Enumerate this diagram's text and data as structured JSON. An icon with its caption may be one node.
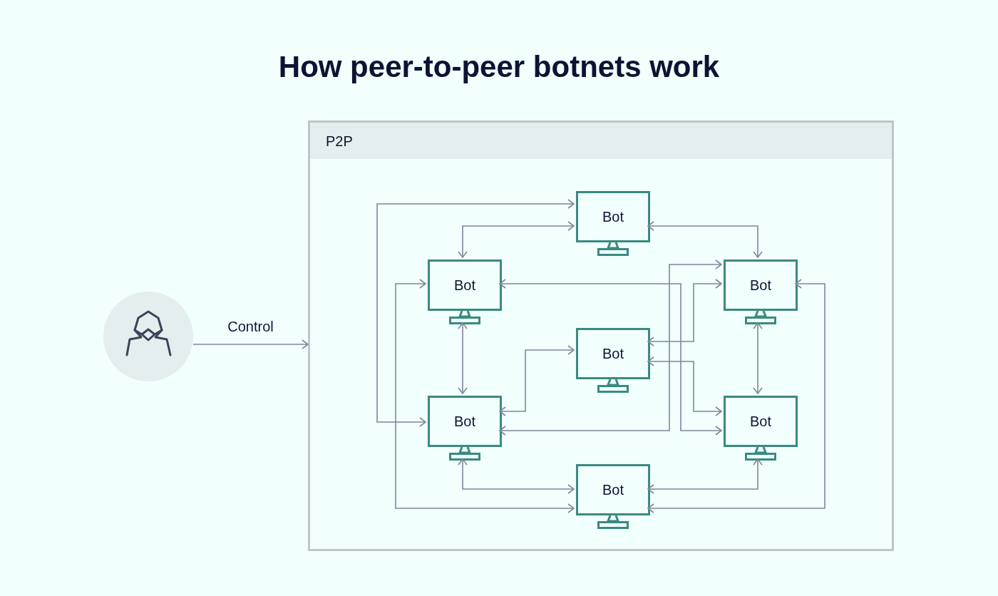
{
  "diagram": {
    "title": "How peer-to-peer botnets work",
    "nodes": [
      {
        "text": [],
        "shape": "circle"
      },
      {
        "text": [
          "P2P"
        ]
      },
      {
        "text": [
          "Bot"
        ],
        "in": 1
      },
      {
        "text": [
          "Bot"
        ],
        "in": 1
      },
      {
        "text": [
          "Bot"
        ],
        "in": 1
      },
      {
        "text": [
          "Bot"
        ],
        "in": 1
      },
      {
        "text": [
          "Bot"
        ],
        "in": 1
      },
      {
        "text": [
          "Bot"
        ],
        "in": 1
      },
      {
        "text": [
          "Bot"
        ],
        "in": 1
      }
    ],
    "edges": [
      {
        "from": 0,
        "to": 1,
        "arrow": "to",
        "label": "Control"
      },
      {
        "from": 6,
        "to": 2,
        "arrow": "both"
      },
      {
        "from": 3,
        "to": 2,
        "arrow": "both"
      },
      {
        "from": 2,
        "to": 4,
        "arrow": "both"
      },
      {
        "from": 3,
        "to": 8,
        "arrow": "both"
      },
      {
        "from": 3,
        "to": 6,
        "arrow": "both"
      },
      {
        "from": 3,
        "to": 7,
        "arrow": "both"
      },
      {
        "from": 4,
        "to": 6,
        "arrow": "both"
      },
      {
        "from": 4,
        "to": 5,
        "arrow": "both"
      },
      {
        "from": 5,
        "to": 7,
        "arrow": "both"
      },
      {
        "from": 5,
        "to": 6,
        "arrow": "both"
      },
      {
        "from": 4,
        "to": 7,
        "arrow": "both"
      },
      {
        "from": 6,
        "to": 8,
        "arrow": "both"
      },
      {
        "from": 8,
        "to": 7,
        "arrow": "both"
      },
      {
        "from": 4,
        "to": 8,
        "arrow": "both"
      }
    ]
  }
}
